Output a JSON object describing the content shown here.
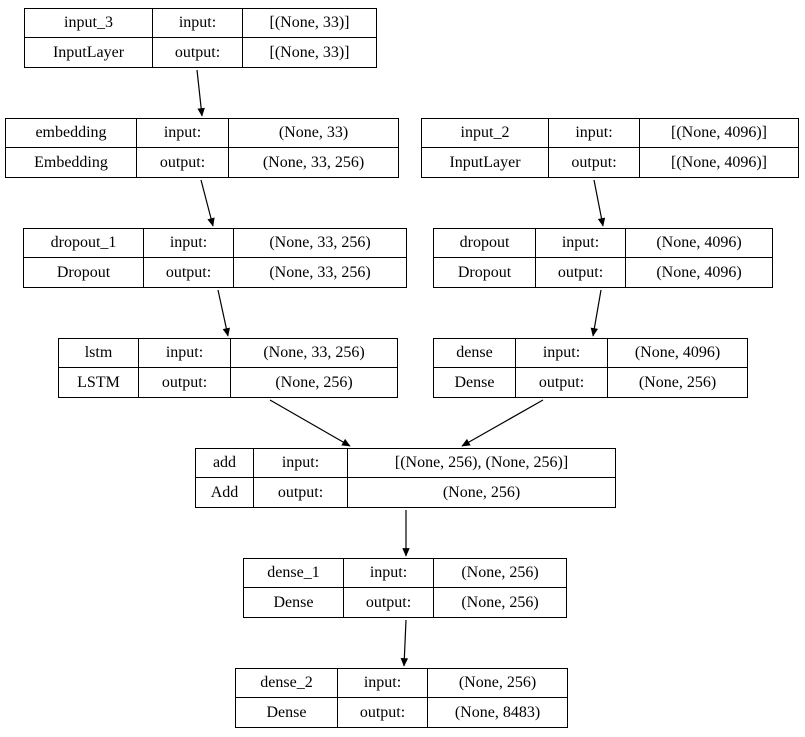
{
  "diagram": {
    "kind": "keras-model-plot",
    "colors": {
      "background": "#ffffff",
      "line": "#000000",
      "text": "#000000"
    },
    "labels": {
      "input": "input:",
      "output": "output:"
    },
    "nodes": [
      {
        "name": "input_3",
        "type": "InputLayer",
        "input_shape": "[(None, 33)]",
        "output_shape": "[(None, 33)]"
      },
      {
        "name": "embedding",
        "type": "Embedding",
        "input_shape": "(None, 33)",
        "output_shape": "(None, 33, 256)"
      },
      {
        "name": "input_2",
        "type": "InputLayer",
        "input_shape": "[(None, 4096)]",
        "output_shape": "[(None, 4096)]"
      },
      {
        "name": "dropout_1",
        "type": "Dropout",
        "input_shape": "(None, 33, 256)",
        "output_shape": "(None, 33, 256)"
      },
      {
        "name": "dropout",
        "type": "Dropout",
        "input_shape": "(None, 4096)",
        "output_shape": "(None, 4096)"
      },
      {
        "name": "lstm",
        "type": "LSTM",
        "input_shape": "(None, 33, 256)",
        "output_shape": "(None, 256)"
      },
      {
        "name": "dense",
        "type": "Dense",
        "input_shape": "(None, 4096)",
        "output_shape": "(None, 256)"
      },
      {
        "name": "add",
        "type": "Add",
        "input_shape": "[(None, 256), (None, 256)]",
        "output_shape": "(None, 256)"
      },
      {
        "name": "dense_1",
        "type": "Dense",
        "input_shape": "(None, 256)",
        "output_shape": "(None, 256)"
      },
      {
        "name": "dense_2",
        "type": "Dense",
        "input_shape": "(None, 256)",
        "output_shape": "(None, 8483)"
      }
    ],
    "edges": [
      {
        "from": "input_3",
        "to": "embedding"
      },
      {
        "from": "embedding",
        "to": "dropout_1"
      },
      {
        "from": "input_2",
        "to": "dropout"
      },
      {
        "from": "dropout_1",
        "to": "lstm"
      },
      {
        "from": "dropout",
        "to": "dense"
      },
      {
        "from": "lstm",
        "to": "add"
      },
      {
        "from": "dense",
        "to": "add"
      },
      {
        "from": "add",
        "to": "dense_1"
      },
      {
        "from": "dense_1",
        "to": "dense_2"
      }
    ]
  }
}
